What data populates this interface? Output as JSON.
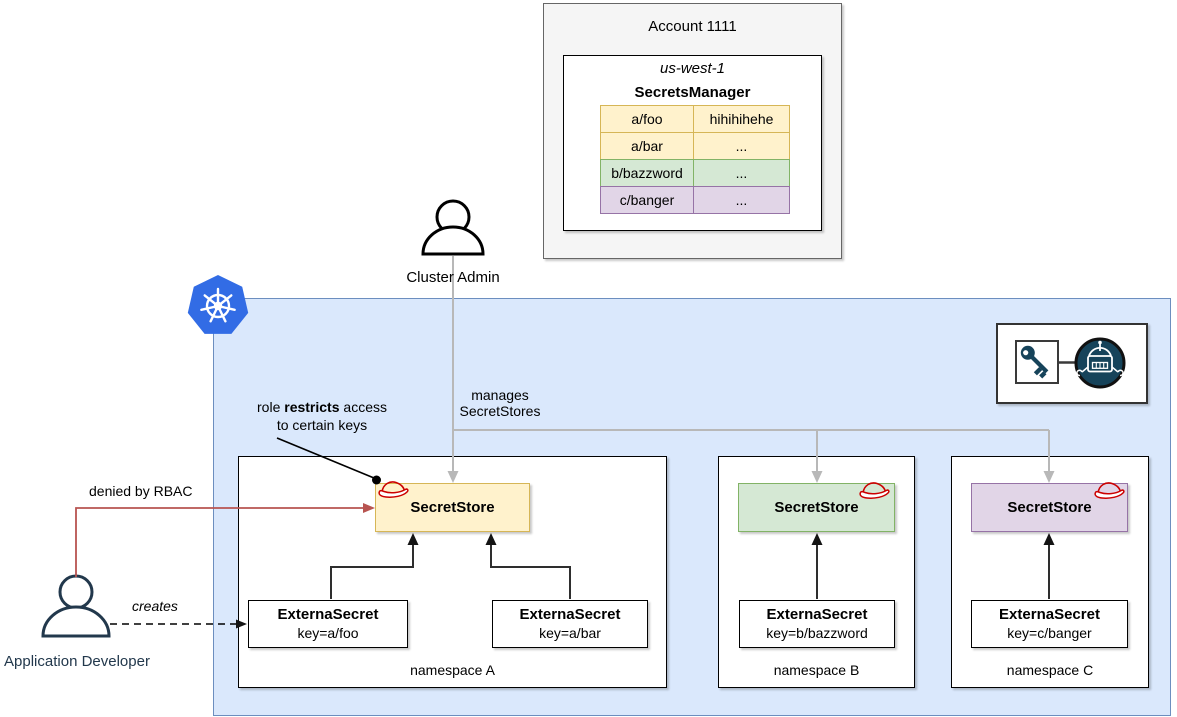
{
  "colors": {
    "cluster_fill": "#dae8fc",
    "cluster_border": "#6c8ebf",
    "yellow_fill": "#fff2cc",
    "yellow_border": "#d6b656",
    "green_fill": "#d5e8d4",
    "green_border": "#82b366",
    "purple_fill": "#e1d5e7",
    "purple_border": "#9673a6",
    "account_fill": "#f5f5f5",
    "account_border": "#666666",
    "denied_red": "#b85450",
    "hat_red": "#cc0000",
    "manage_gray": "#b8b8b8",
    "k8s_blue": "#326ce5",
    "eso_navy": "#16435a",
    "dev_navy": "#22384c"
  },
  "aws": {
    "account_title": "Account 1111",
    "region": "us-west-1",
    "service": "SecretsManager",
    "secrets": [
      {
        "key": "a/foo",
        "value": "hihihihehe",
        "color": "yellow"
      },
      {
        "key": "a/bar",
        "value": "...",
        "color": "yellow"
      },
      {
        "key": "b/bazzword",
        "value": "...",
        "color": "green"
      },
      {
        "key": "c/banger",
        "value": "...",
        "color": "purple"
      }
    ]
  },
  "actors": {
    "cluster_admin": "Cluster Admin",
    "app_developer": "Application Developer"
  },
  "edges": {
    "manages_line1": "manages",
    "manages_line2": "SecretStores",
    "denied_label": "denied by RBAC",
    "creates_label": "creates",
    "role_note": {
      "pre": "role ",
      "bold": "restricts",
      "post": " access",
      "line2": "to certain keys"
    }
  },
  "cluster": {
    "namespaces": [
      {
        "name": "namespace A",
        "secretstore": "SecretStore",
        "externalsecrets": [
          {
            "title": "ExternaSecret",
            "key": "key=a/foo"
          },
          {
            "title": "ExternaSecret",
            "key": "key=a/bar"
          }
        ]
      },
      {
        "name": "namespace B",
        "secretstore": "SecretStore",
        "externalsecrets": [
          {
            "title": "ExternaSecret",
            "key": "key=b/bazzword"
          }
        ]
      },
      {
        "name": "namespace C",
        "secretstore": "SecretStore",
        "externalsecrets": [
          {
            "title": "ExternaSecret",
            "key": "key=c/banger"
          }
        ]
      }
    ]
  },
  "icons": {
    "kubernetes": "kubernetes-logo-icon",
    "key": "key-icon",
    "robot": "robot-icon",
    "hat": "redhat-icon",
    "person": "person-icon"
  }
}
